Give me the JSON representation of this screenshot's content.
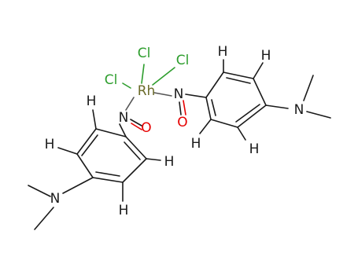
{
  "colors": {
    "carbon_bond": "#1a1a1a",
    "hydrogen": "#1a1a1a",
    "nitrogen": "#1a1a1a",
    "oxygen": "#e60000",
    "chlorine": "#2e9e2e",
    "rhodium": "#6b6b2a",
    "background": "#ffffff"
  },
  "atoms": {
    "rh": "Rh",
    "cl_1": "Cl",
    "cl_2": "Cl",
    "cl_3": "Cl",
    "n_nitroso_right": "N",
    "o_right": "O",
    "n_nitroso_left": "N",
    "o_left": "O",
    "n_amine_right": "N",
    "n_amine_left": "N",
    "h_right_1": "H",
    "h_right_2": "H",
    "h_right_3": "H",
    "h_right_4": "H",
    "h_left_1": "H",
    "h_left_2": "H",
    "h_left_3": "H",
    "h_left_4": "H"
  }
}
